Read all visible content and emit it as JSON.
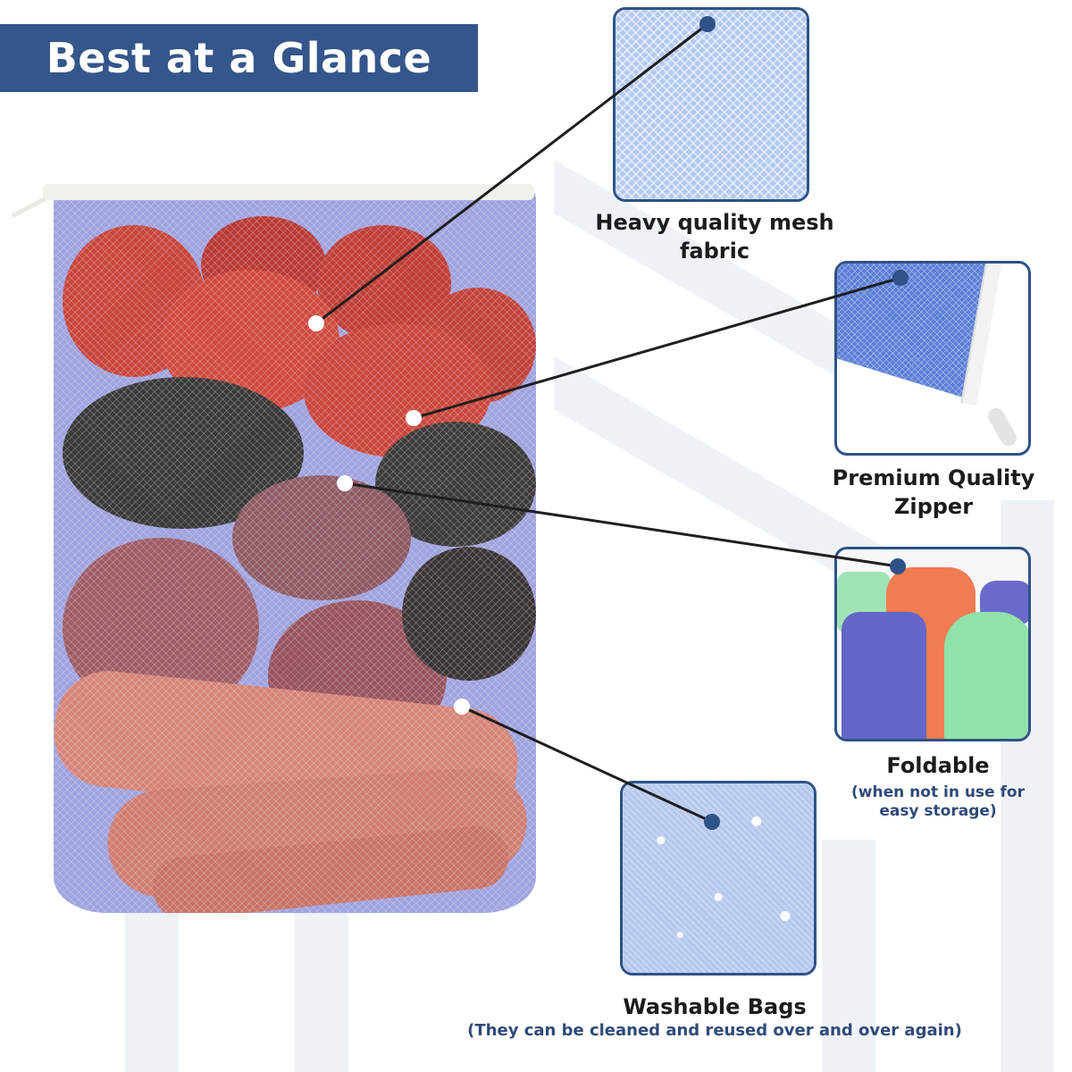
{
  "header": {
    "title": "Best at a Glance",
    "background_color": "#34568b"
  },
  "product": {
    "name": "mesh-produce-bag",
    "contents": [
      "tomatoes",
      "onions",
      "apples",
      "red-bananas"
    ],
    "bag_color": "#9fa3de"
  },
  "features": [
    {
      "id": "mesh",
      "label": "Heavy quality mesh fabric",
      "label_lines": [
        "Heavy quality mesh",
        "fabric"
      ],
      "subtitle": "",
      "image": "mesh-fabric-closeup"
    },
    {
      "id": "zipper",
      "label": "Premium Quality Zipper",
      "label_lines": [
        "Premium Quality",
        "Zipper"
      ],
      "subtitle": "",
      "image": "zipper-closeup"
    },
    {
      "id": "foldable",
      "label": "Foldable",
      "label_lines": [
        "Foldable"
      ],
      "subtitle": "(when not in use for easy storage)",
      "subtitle_lines": [
        "(when not in use for",
        "easy storage)"
      ],
      "image": "rolled-bags"
    },
    {
      "id": "washable",
      "label": "Washable Bags",
      "label_lines": [
        "Washable Bags"
      ],
      "subtitle": "(They can be cleaned and reused over and over again)",
      "image": "water-droplets-on-mesh"
    }
  ],
  "colors": {
    "accent": "#2f5287",
    "subtitle": "#2f4a78",
    "text": "#1c1c1c"
  }
}
